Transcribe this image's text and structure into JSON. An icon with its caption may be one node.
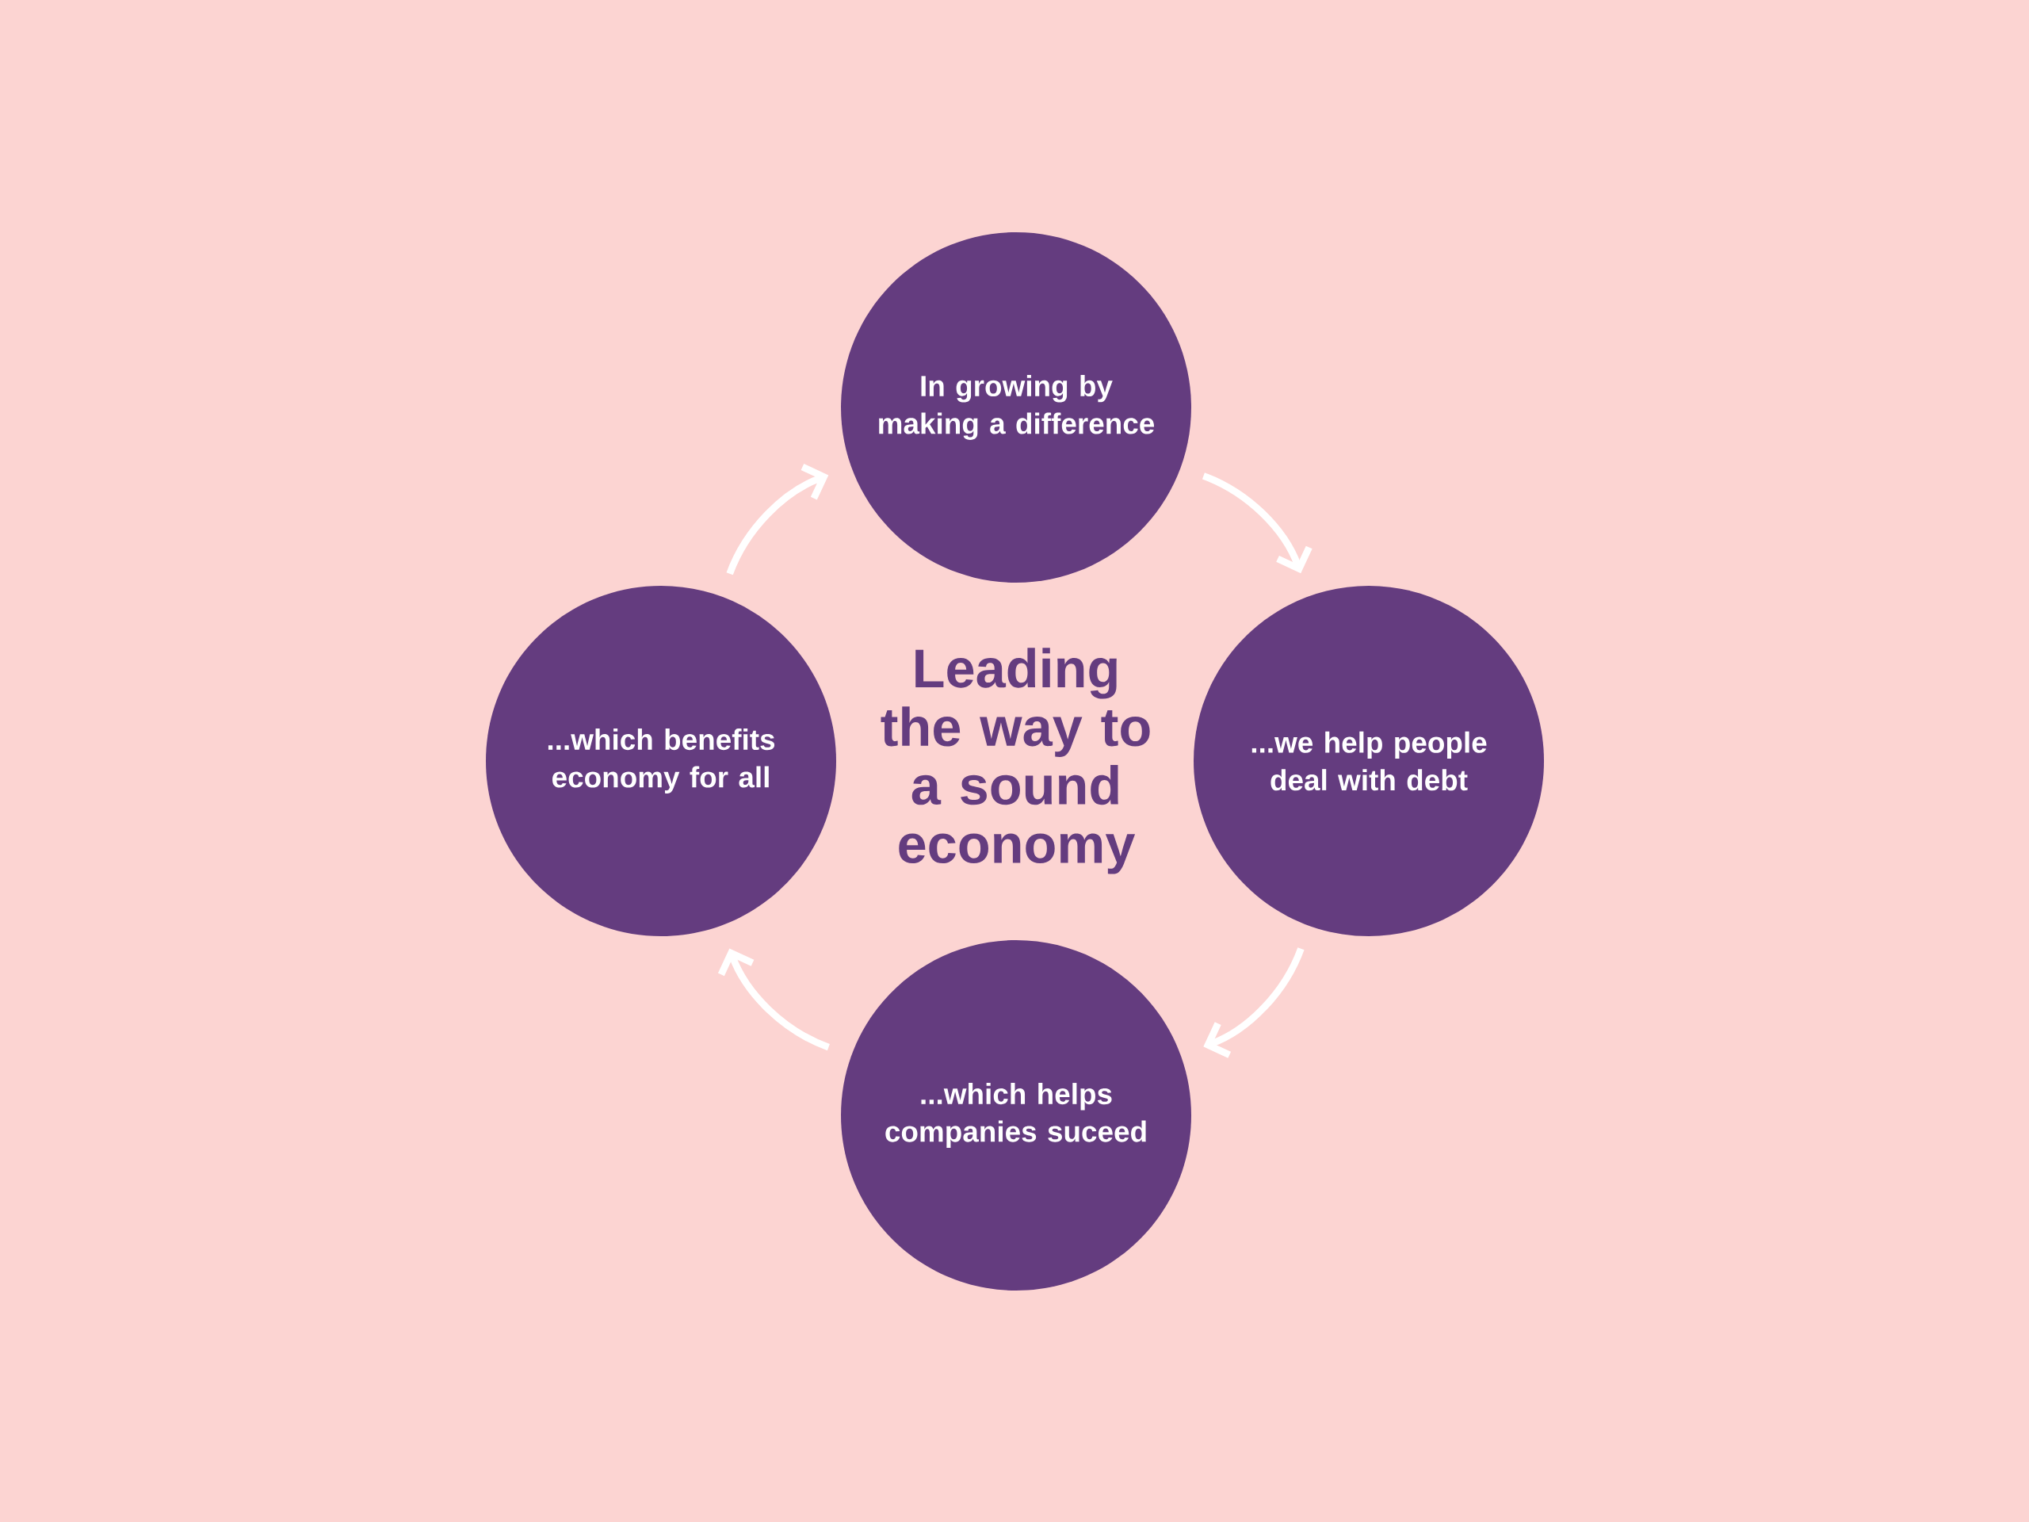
{
  "diagram": {
    "title": "Leading the way to a sound economy",
    "nodes": [
      {
        "text": [
          "In growing by making a difference"
        ]
      },
      {
        "text": [
          "...we help people deal with debt"
        ]
      },
      {
        "text": [
          "...which helps companies suceed"
        ]
      },
      {
        "text": [
          "...which benefits economy for all"
        ]
      }
    ],
    "edges": [
      {
        "from": 0,
        "to": 1,
        "arrow": "to"
      },
      {
        "from": 1,
        "to": 2,
        "arrow": "to"
      },
      {
        "from": 2,
        "to": 3,
        "arrow": "to"
      },
      {
        "from": 3,
        "to": 0,
        "arrow": "to"
      }
    ]
  }
}
